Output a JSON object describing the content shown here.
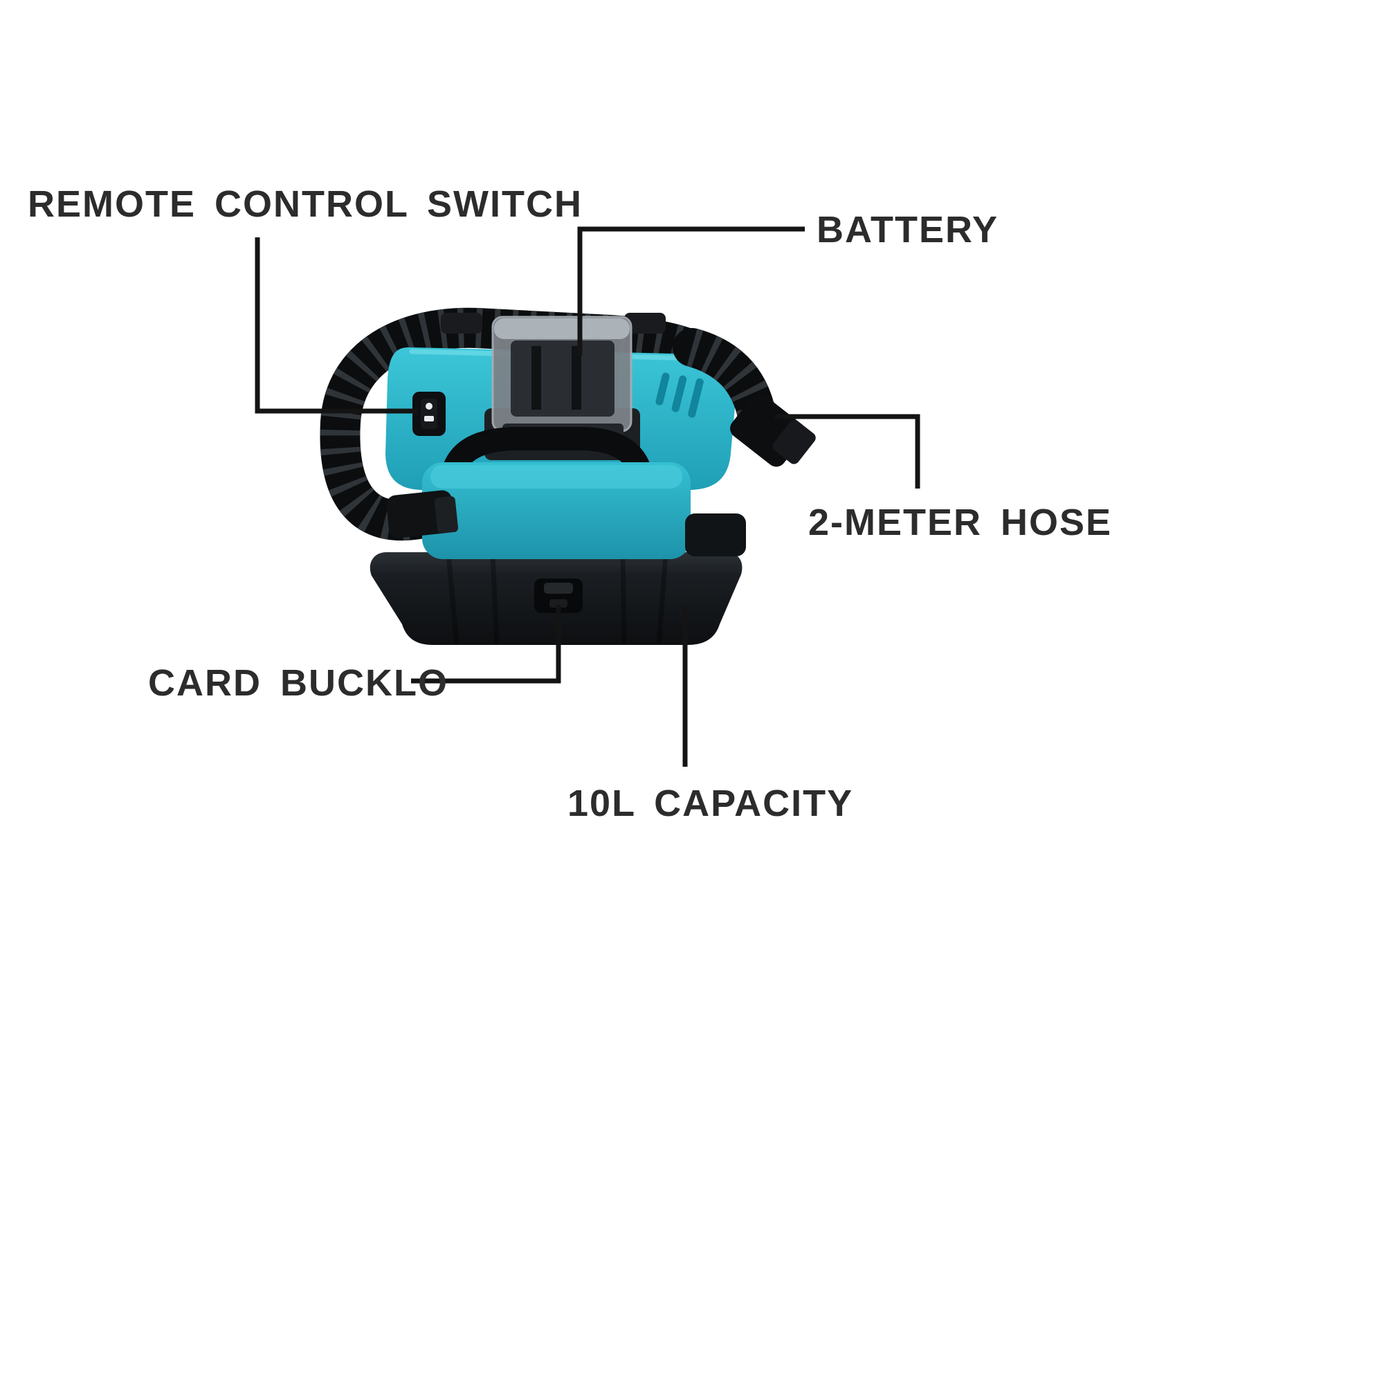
{
  "colors": {
    "background": "#ffffff",
    "label_text": "#2c2c2c",
    "annotation_line": "#141414",
    "product_teal": "#2bb7cb",
    "product_teal_dark": "#1f97ad",
    "product_black": "#141619",
    "battery_gray": "#7c8288"
  },
  "labels": {
    "remote_control_switch": "REMOTE CONTROL SWITCH",
    "battery": "BATTERY",
    "hose": "2-METER HOSE",
    "card_buckle": "CARD BUCKLO",
    "capacity": "10L CAPACITY"
  }
}
